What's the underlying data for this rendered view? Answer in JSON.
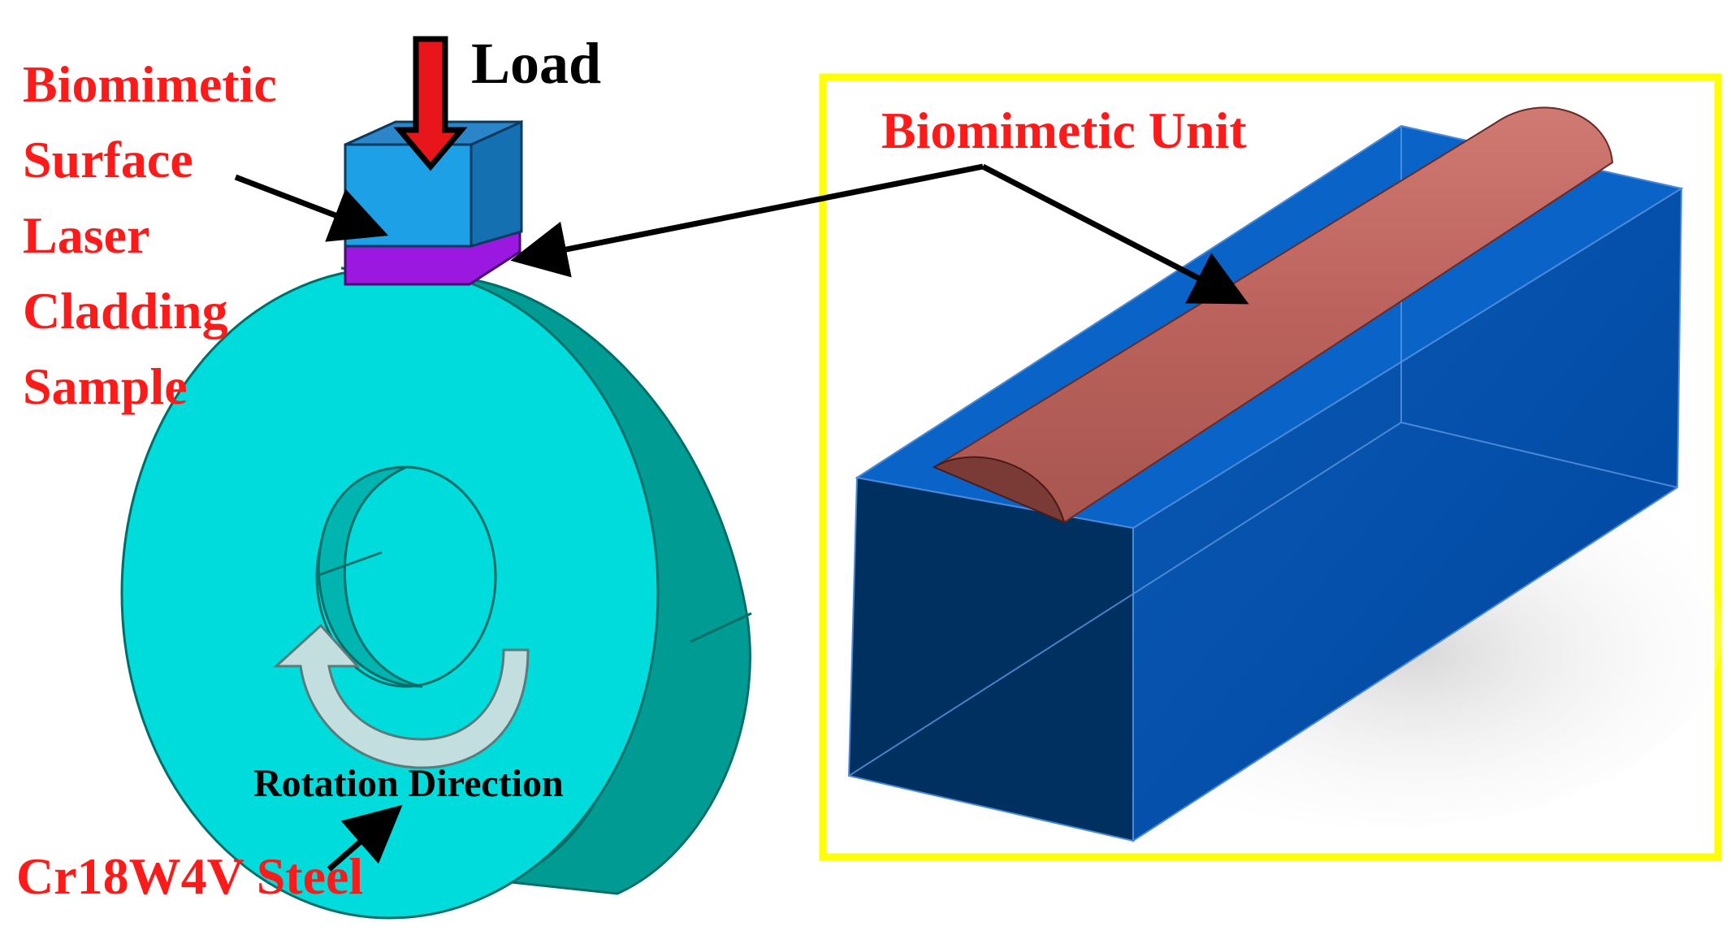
{
  "labels": {
    "load": "Load",
    "sample_lines": [
      "Biomimetic",
      "Surface",
      "Laser",
      "Cladding",
      "Sample"
    ],
    "biomimetic_unit": "Biomimetic Unit",
    "rotation_direction": "Rotation Direction",
    "steel": "Cr18W4V Steel"
  },
  "colors": {
    "label_red": "#ff1a1a",
    "ring_face": "#00dcdc",
    "ring_side": "#009c94",
    "ring_edge": "#006e68",
    "block_face": "#1ea0e6",
    "block_top": "#1470b0",
    "cladding_layer": "#9a18e0",
    "load_arrow": "#e8161b",
    "box_front": "#00305f",
    "box_side": "#0050a0",
    "box_top": "#0a64c8",
    "unit_cylinder": "#c06a64",
    "frame_yellow": "#ffff00",
    "rotation_arrow": "#c2dede"
  }
}
